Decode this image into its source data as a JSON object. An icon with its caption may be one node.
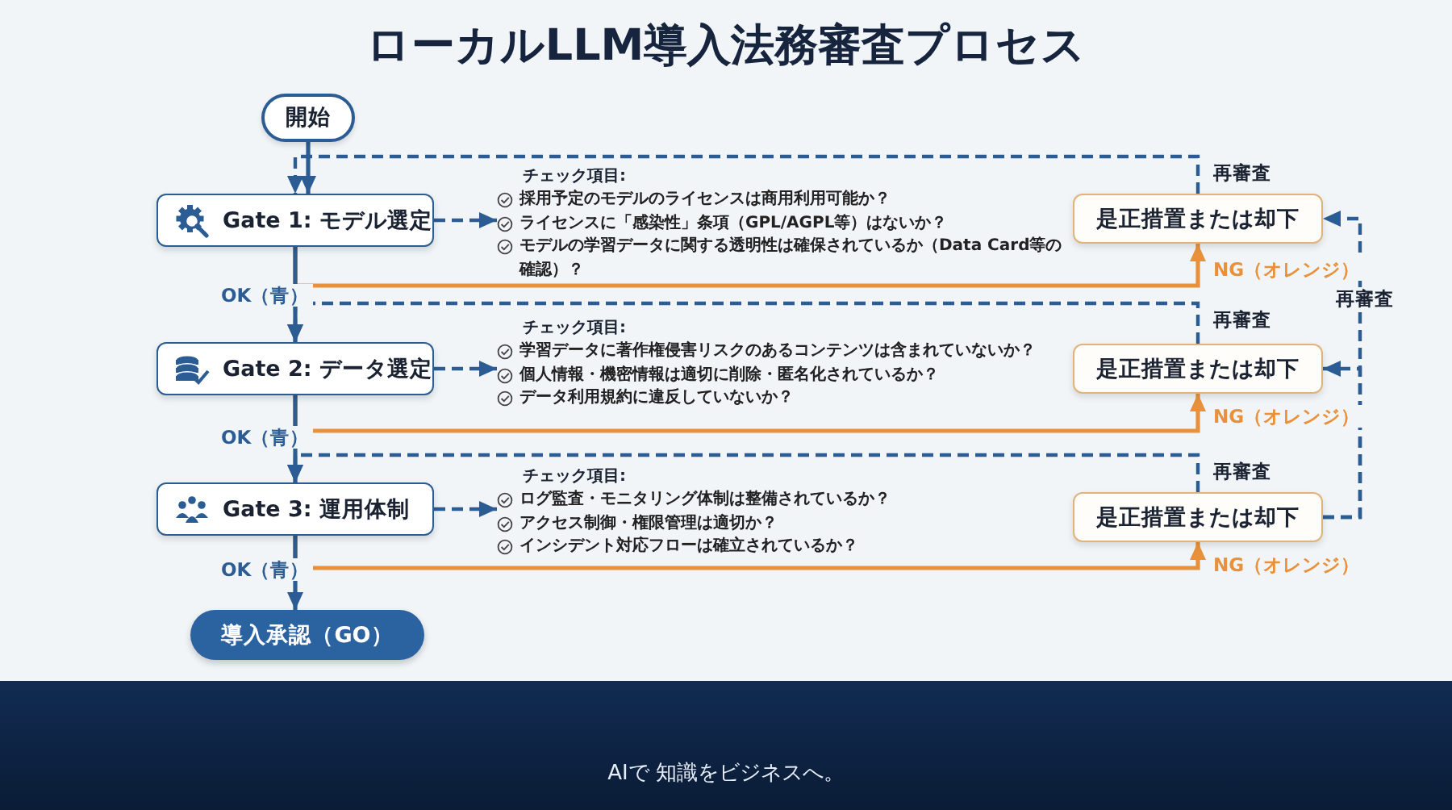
{
  "diagram": {
    "title": "ローカルLLM導入法務審査プロセス",
    "nodes": [
      {
        "text": [
          "開始"
        ]
      },
      {
        "text": [
          "Gate 1: モデル選定"
        ]
      },
      {
        "text": [
          "チェック項目:",
          "採用予定のモデルのライセンスは商用利用可能か？",
          "ライセンスに「感染性」条項（GPL/AGPL等）はないか？",
          "モデルの学習データに関する透明性は確保されているか（Data Card等の確認）？"
        ]
      },
      {
        "text": [
          "Gate 2: データ選定"
        ]
      },
      {
        "text": [
          "チェック項目:",
          "学習データに著作権侵害リスクのあるコンテンツは含まれていないか？",
          "個人情報・機密情報は適切に削除・匿名化されているか？",
          "データ利用規約に違反していないか？"
        ]
      },
      {
        "text": [
          "Gate 3: 運用体制"
        ]
      },
      {
        "text": [
          "チェック項目:",
          "ログ監査・モニタリング体制は整備されているか？",
          "アクセス制御・権限管理は適切か？",
          "インシデント対応フローは確立されているか？"
        ]
      },
      {
        "text": [
          "導入承認（GO）"
        ]
      },
      {
        "text": [
          "是正措置または却下"
        ]
      },
      {
        "text": [
          "是正措置または却下"
        ]
      },
      {
        "text": [
          "是正措置または却下"
        ]
      }
    ],
    "edges": [
      {
        "from": 0,
        "to": 1,
        "arrow": "to"
      },
      {
        "from": 1,
        "to": 2,
        "arrow": "to",
        "style": "dashed"
      },
      {
        "from": 1,
        "to": 3,
        "arrow": "to",
        "label": "OK（青）"
      },
      {
        "from": 1,
        "to": 8,
        "arrow": "to",
        "label": "NG（オレンジ）",
        "color": "#e8913a"
      },
      {
        "from": 8,
        "to": 1,
        "arrow": "to",
        "style": "dashed",
        "label": "再審査"
      },
      {
        "from": 3,
        "to": 4,
        "arrow": "to",
        "style": "dashed"
      },
      {
        "from": 3,
        "to": 5,
        "arrow": "to",
        "label": "OK（青）"
      },
      {
        "from": 3,
        "to": 9,
        "arrow": "to",
        "label": "NG（オレンジ）",
        "color": "#e8913a"
      },
      {
        "from": 9,
        "to": 3,
        "arrow": "to",
        "style": "dashed",
        "label": "再審査"
      },
      {
        "from": 5,
        "to": 6,
        "arrow": "to",
        "style": "dashed"
      },
      {
        "from": 5,
        "to": 7,
        "arrow": "to",
        "label": "OK（青）"
      },
      {
        "from": 5,
        "to": 10,
        "arrow": "to",
        "label": "NG（オレンジ）",
        "color": "#e8913a"
      },
      {
        "from": 10,
        "to": 5,
        "arrow": "to",
        "style": "dashed",
        "label": "再審査"
      },
      {
        "from": 10,
        "to": 9,
        "arrow": "to",
        "style": "dashed"
      },
      {
        "from": 10,
        "to": 8,
        "arrow": "to",
        "style": "dashed",
        "label": "再審査"
      }
    ],
    "labels": [
      "AIで 知識をビジネスへ。"
    ]
  }
}
